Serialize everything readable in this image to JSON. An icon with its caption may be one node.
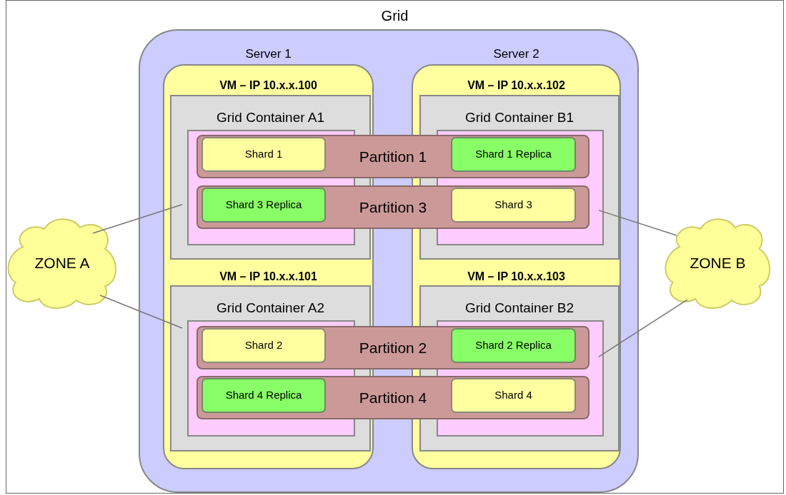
{
  "diagram": {
    "nodes": [
      {
        "text": [
          "Grid"
        ]
      },
      {
        "text": [],
        "shape": "box",
        "in": 0
      },
      {
        "text": [
          "Server 1",
          "VM – IP 10.x.x.100",
          "VM – IP 10.x.x.101"
        ],
        "in": 1
      },
      {
        "text": [
          "Grid Container A1"
        ],
        "in": 2
      },
      {
        "text": [],
        "shape": "box",
        "in": 3
      },
      {
        "text": [
          "Grid Container A2"
        ],
        "in": 2
      },
      {
        "text": [],
        "shape": "box",
        "in": 5
      },
      {
        "text": [
          "Server 2",
          "VM – IP 10.x.x.102",
          "VM – IP 10.x.x.103"
        ],
        "in": 1
      },
      {
        "text": [
          "Grid Container B1"
        ],
        "in": 7
      },
      {
        "text": [],
        "shape": "box",
        "in": 8
      },
      {
        "text": [
          "Grid Container B2"
        ],
        "in": 7
      },
      {
        "text": [],
        "shape": "box",
        "in": 10
      },
      {
        "text": [
          "Partition 1"
        ],
        "in": 1
      },
      {
        "text": [
          "Shard 1"
        ]
      },
      {
        "text": [
          "Shard 1 Replica"
        ]
      },
      {
        "text": [
          "Partition 3"
        ],
        "in": 1
      },
      {
        "text": [
          "Shard 3 Replica"
        ]
      },
      {
        "text": [
          "Shard 3"
        ]
      },
      {
        "text": [
          "Partition 2"
        ],
        "in": 1
      },
      {
        "text": [
          "Shard 2"
        ]
      },
      {
        "text": [
          "Shard 2 Replica"
        ]
      },
      {
        "text": [
          "Partition 4"
        ],
        "in": 1
      },
      {
        "text": [
          "Shard 4 Replica"
        ]
      },
      {
        "text": [
          "Shard 4"
        ]
      },
      {
        "text": [
          "ZONE A"
        ],
        "in": 0
      },
      {
        "text": [
          "ZONE B"
        ],
        "in": 0
      }
    ],
    "edges": [
      {
        "from": 24,
        "to": 4,
        "arrow": "none"
      },
      {
        "from": 24,
        "to": 6,
        "arrow": "none"
      },
      {
        "from": 25,
        "to": 9,
        "arrow": "none"
      },
      {
        "from": 25,
        "to": 11,
        "arrow": "none"
      }
    ]
  }
}
